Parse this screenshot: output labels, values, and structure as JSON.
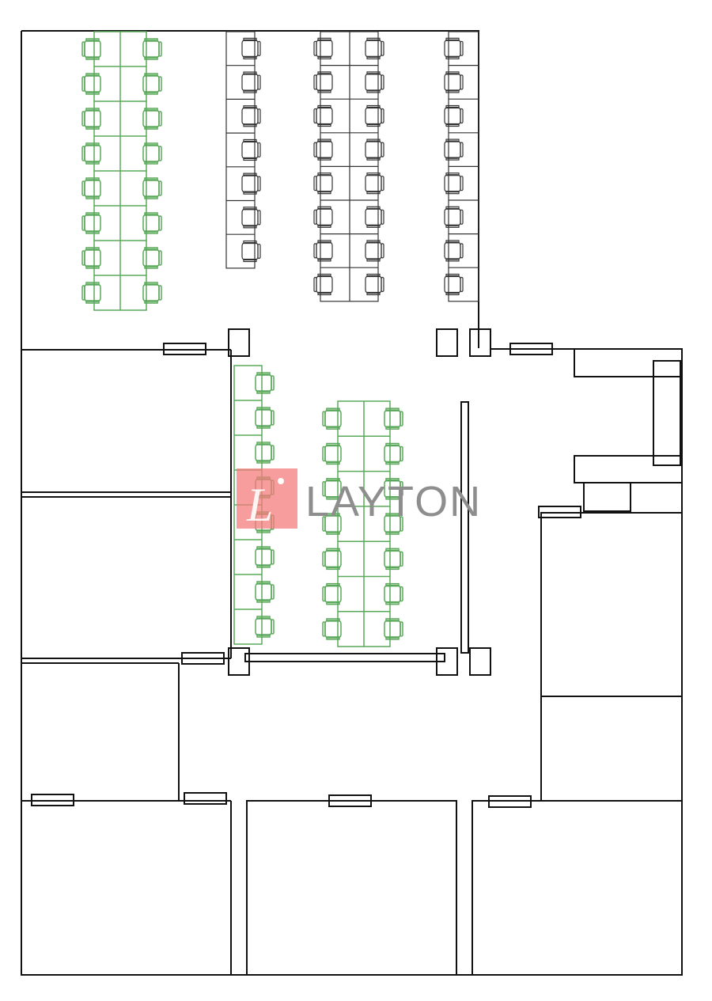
{
  "logo": {
    "brand": "LAYTON",
    "mark_letter": "L",
    "mark_color": "#f47c7c",
    "text_color": "#8e8e8e"
  },
  "colors": {
    "walls": "#111111",
    "highlighted_workstations": "#5aa85a",
    "standard_workstations": "#333333"
  },
  "clusters": [
    {
      "name": "green-cluster-north",
      "style": "green",
      "rows": 8,
      "sides": 2
    },
    {
      "name": "gray-cluster-a",
      "style": "gray",
      "rows": 7,
      "sides": 1
    },
    {
      "name": "gray-cluster-b",
      "style": "gray",
      "rows": 8,
      "sides": 2
    },
    {
      "name": "gray-cluster-c",
      "style": "gray",
      "rows": 8,
      "sides": 1
    },
    {
      "name": "green-cluster-center-west",
      "style": "green",
      "rows": 8,
      "sides": 1
    },
    {
      "name": "green-cluster-center",
      "style": "green",
      "rows": 7,
      "sides": 2
    }
  ]
}
